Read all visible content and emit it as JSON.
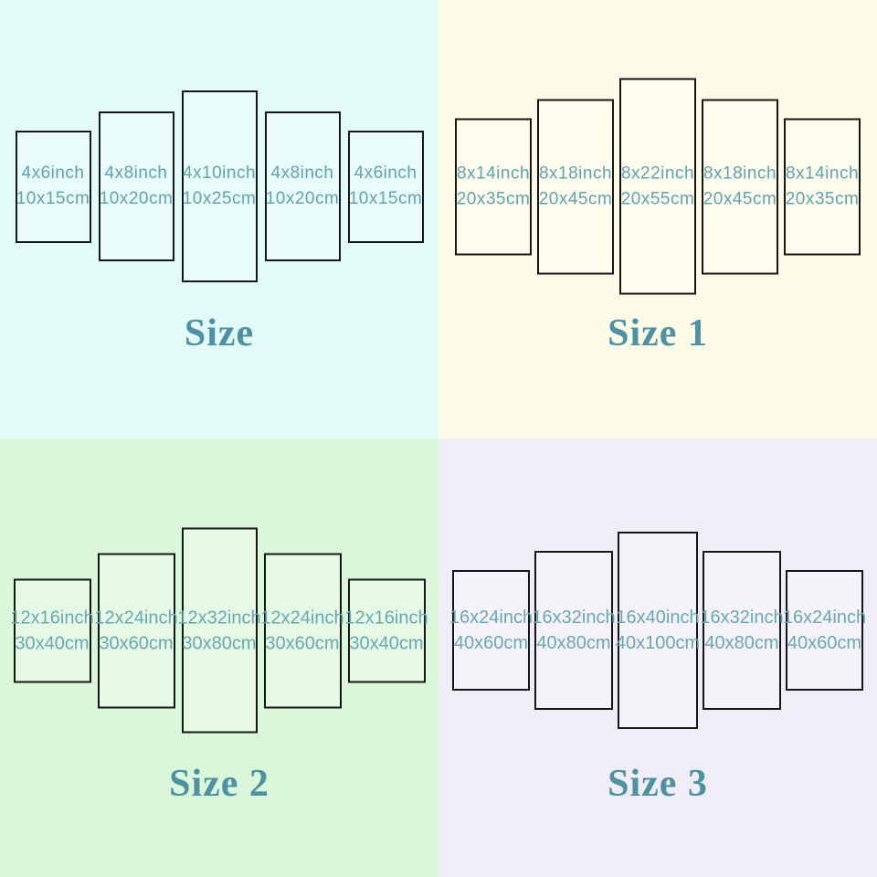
{
  "colors": {
    "quadrant_tl_bg": "#e2fbf8",
    "quadrant_tr_bg": "#fdfbe7",
    "quadrant_bl_bg": "#dbf7da",
    "quadrant_br_bg": "#f1edf7",
    "panel_border": "#161616",
    "label_text": "#60a3af",
    "title_text": "#4d91a2"
  },
  "quadrants": [
    {
      "title": "Size",
      "panels": [
        {
          "inch": "4x6inch",
          "cm": "10x15cm"
        },
        {
          "inch": "4x8inch",
          "cm": "10x20cm"
        },
        {
          "inch": "4x10inch",
          "cm": "10x25cm"
        },
        {
          "inch": "4x8inch",
          "cm": "10x20cm"
        },
        {
          "inch": "4x6inch",
          "cm": "10x15cm"
        }
      ]
    },
    {
      "title": "Size 1",
      "panels": [
        {
          "inch": "8x14inch",
          "cm": "20x35cm"
        },
        {
          "inch": "8x18inch",
          "cm": "20x45cm"
        },
        {
          "inch": "8x22inch",
          "cm": "20x55cm"
        },
        {
          "inch": "8x18inch",
          "cm": "20x45cm"
        },
        {
          "inch": "8x14inch",
          "cm": "20x35cm"
        }
      ]
    },
    {
      "title": "Size 2",
      "panels": [
        {
          "inch": "12x16inch",
          "cm": "30x40cm"
        },
        {
          "inch": "12x24inch",
          "cm": "30x60cm"
        },
        {
          "inch": "12x32inch",
          "cm": "30x80cm"
        },
        {
          "inch": "12x24inch",
          "cm": "30x60cm"
        },
        {
          "inch": "12x16inch",
          "cm": "30x40cm"
        }
      ]
    },
    {
      "title": "Size 3",
      "panels": [
        {
          "inch": "16x24inch",
          "cm": "40x60cm"
        },
        {
          "inch": "16x32inch",
          "cm": "40x80cm"
        },
        {
          "inch": "16x40inch",
          "cm": "40x100cm"
        },
        {
          "inch": "16x32inch",
          "cm": "40x80cm"
        },
        {
          "inch": "16x24inch",
          "cm": "40x60cm"
        }
      ]
    }
  ]
}
